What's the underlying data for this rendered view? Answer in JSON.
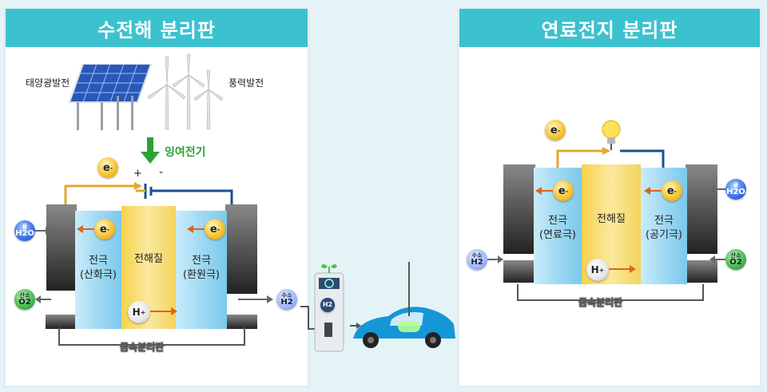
{
  "left_panel": {
    "title": "수전해 분리판",
    "solar_label": "태양광발전",
    "wind_label": "풍력발전",
    "surplus_label": "잉여전기",
    "electron": "e",
    "plus": "+",
    "minus": "-",
    "left_electrode": {
      "line1": "전극",
      "line2": "(산화극)"
    },
    "electrolyte": "전해질",
    "right_electrode": {
      "line1": "전극",
      "line2": "(환원극)"
    },
    "hplus": "H",
    "water": {
      "top": "물",
      "formula": "H2O"
    },
    "oxygen": {
      "top": "산소",
      "formula": "O2"
    },
    "hydrogen": {
      "top": "수소",
      "formula": "H2"
    },
    "metal_plate": "금속분리판"
  },
  "right_panel": {
    "title": "연료전지 분리판",
    "electron": "e",
    "left_electrode": {
      "line1": "전극",
      "line2": "(연료극)"
    },
    "electrolyte": "전해질",
    "right_electrode": {
      "line1": "전극",
      "line2": "(공기극)"
    },
    "hplus": "H",
    "water": {
      "top": "물",
      "formula": "H2O"
    },
    "oxygen": {
      "top": "산소",
      "formula": "O2"
    },
    "hydrogen": {
      "top": "수소",
      "formula": "H2"
    },
    "metal_plate": "금속분리판"
  },
  "station": {
    "h2_label": "H2"
  },
  "colors": {
    "header": "#3cc1cf",
    "electron_wire": "#e3a72f",
    "return_wire": "#1c4f8e",
    "surplus_arrow": "#2aa336",
    "proton_arrow": "#e0641c"
  }
}
